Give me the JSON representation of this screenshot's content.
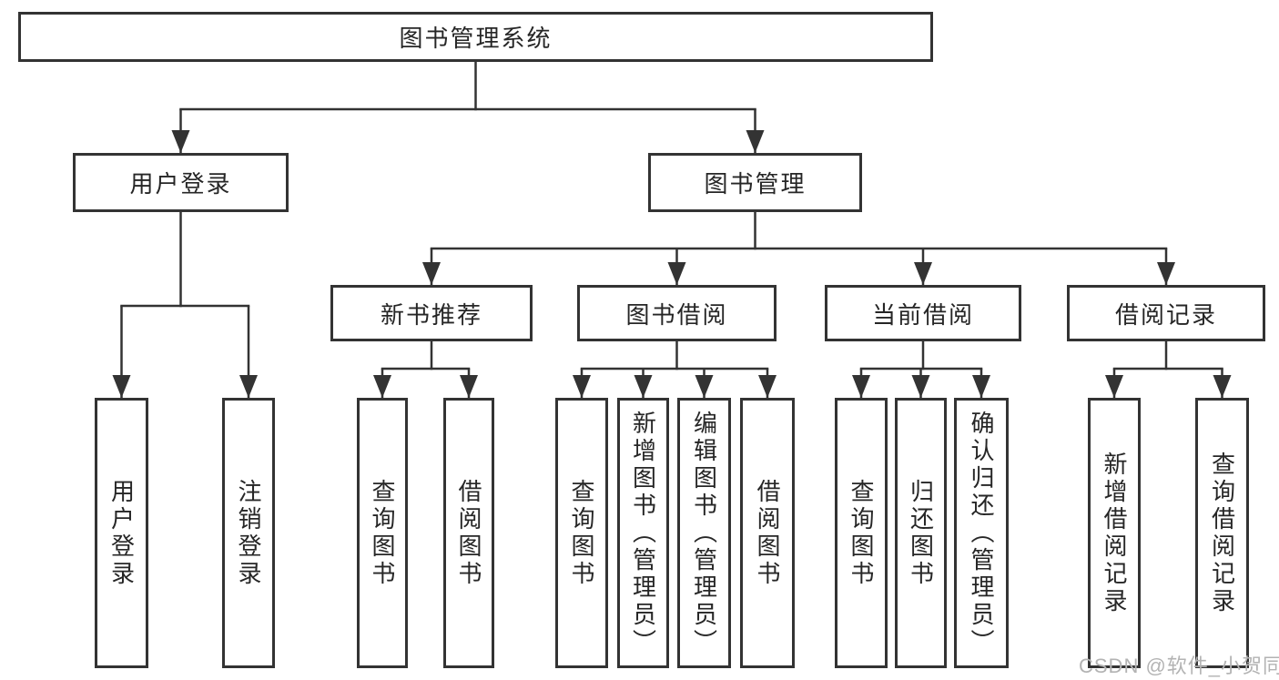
{
  "diagram": {
    "root": {
      "label": "图书管理系统"
    },
    "branches": [
      {
        "label": "用户登录",
        "children": [
          {
            "label": "用户登录"
          },
          {
            "label": "注销登录"
          }
        ]
      },
      {
        "label": "图书管理",
        "groups": [
          {
            "label": "新书推荐",
            "children": [
              {
                "label": "查询图书"
              },
              {
                "label": "借阅图书"
              }
            ]
          },
          {
            "label": "图书借阅",
            "children": [
              {
                "label": "查询图书"
              },
              {
                "label": "新增图书（管理员）"
              },
              {
                "label": "编辑图书（管理员）"
              },
              {
                "label": "借阅图书"
              }
            ]
          },
          {
            "label": "当前借阅",
            "children": [
              {
                "label": "查询图书"
              },
              {
                "label": "归还图书"
              },
              {
                "label": "确认归还（管理员）"
              }
            ]
          },
          {
            "label": "借阅记录",
            "children": [
              {
                "label": "新增借阅记录"
              },
              {
                "label": "查询借阅记录"
              }
            ]
          }
        ]
      }
    ],
    "watermark": "CSDN @软件_小贺同学",
    "colors": {
      "line": "#333333",
      "text": "#262626",
      "watermark": "#b3b3b3"
    }
  }
}
